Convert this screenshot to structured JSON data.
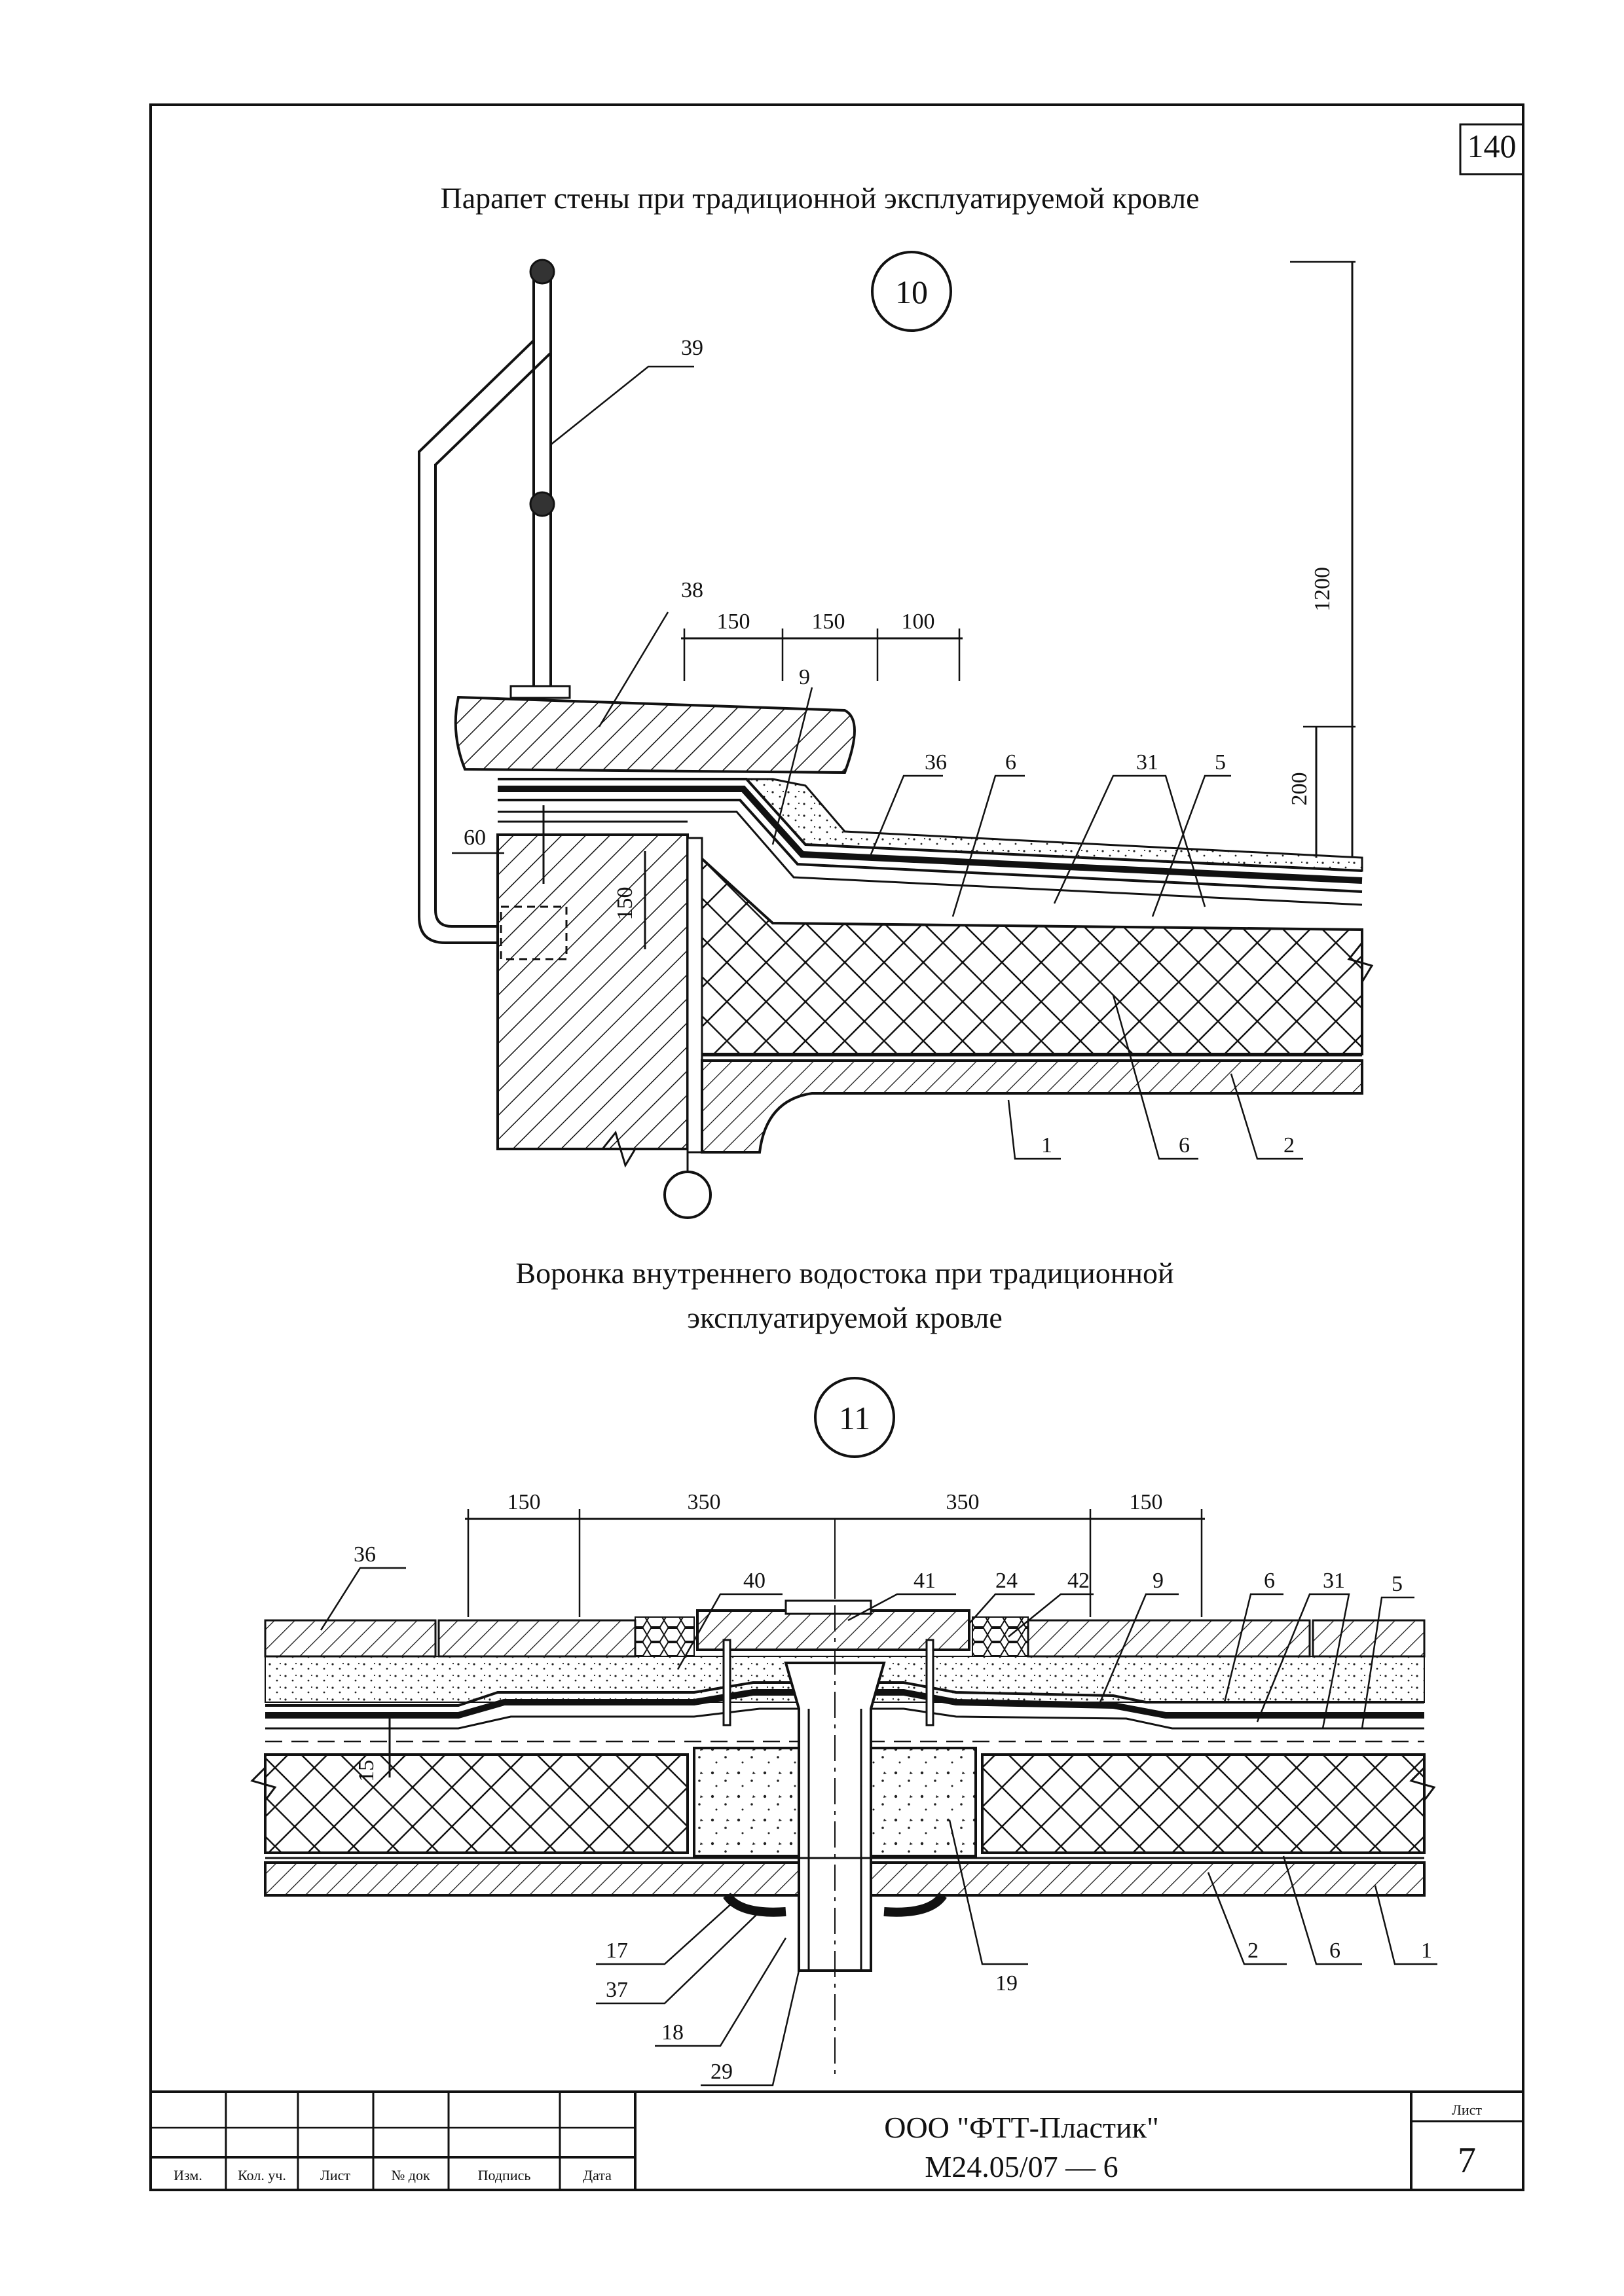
{
  "sheet_number_top": "140",
  "detail10": {
    "title": "Парапет стены при традиционной эксплуатируемой кровле",
    "mark": "10",
    "dims": {
      "d150a": "150",
      "d150b": "150",
      "d100": "100",
      "d1200": "1200",
      "d200": "200",
      "d60": "60",
      "d150v": "150"
    },
    "leaders": {
      "l39": "39",
      "l38": "38",
      "l9": "9",
      "l36": "36",
      "l6": "6",
      "l31": "31",
      "l5": "5",
      "l1": "1",
      "l6b": "6",
      "l2": "2"
    }
  },
  "detail11": {
    "title_line1": "Воронка внутреннего водостока при традиционной",
    "title_line2": "эксплуатируемой кровле",
    "mark": "11",
    "dims": {
      "d150a": "150",
      "d350a": "350",
      "d350b": "350",
      "d150b": "150",
      "d15": "15"
    },
    "leaders": {
      "l36": "36",
      "l40": "40",
      "l41": "41",
      "l24": "24",
      "l42": "42",
      "l9": "9",
      "l6": "6",
      "l31": "31",
      "l5": "5",
      "l17": "17",
      "l37": "37",
      "l18": "18",
      "l29": "29",
      "l19": "19",
      "l2": "2",
      "l6b": "6",
      "l1": "1"
    }
  },
  "title_block": {
    "columns": [
      "Изм.",
      "Кол. уч.",
      "Лист",
      "№ док",
      "Подпись",
      "Дата"
    ],
    "company": "ООО \"ФТТ-Пластик\"",
    "doc_code": "М24.05/07 — 6",
    "sheet_label": "Лист",
    "sheet_number": "7"
  }
}
